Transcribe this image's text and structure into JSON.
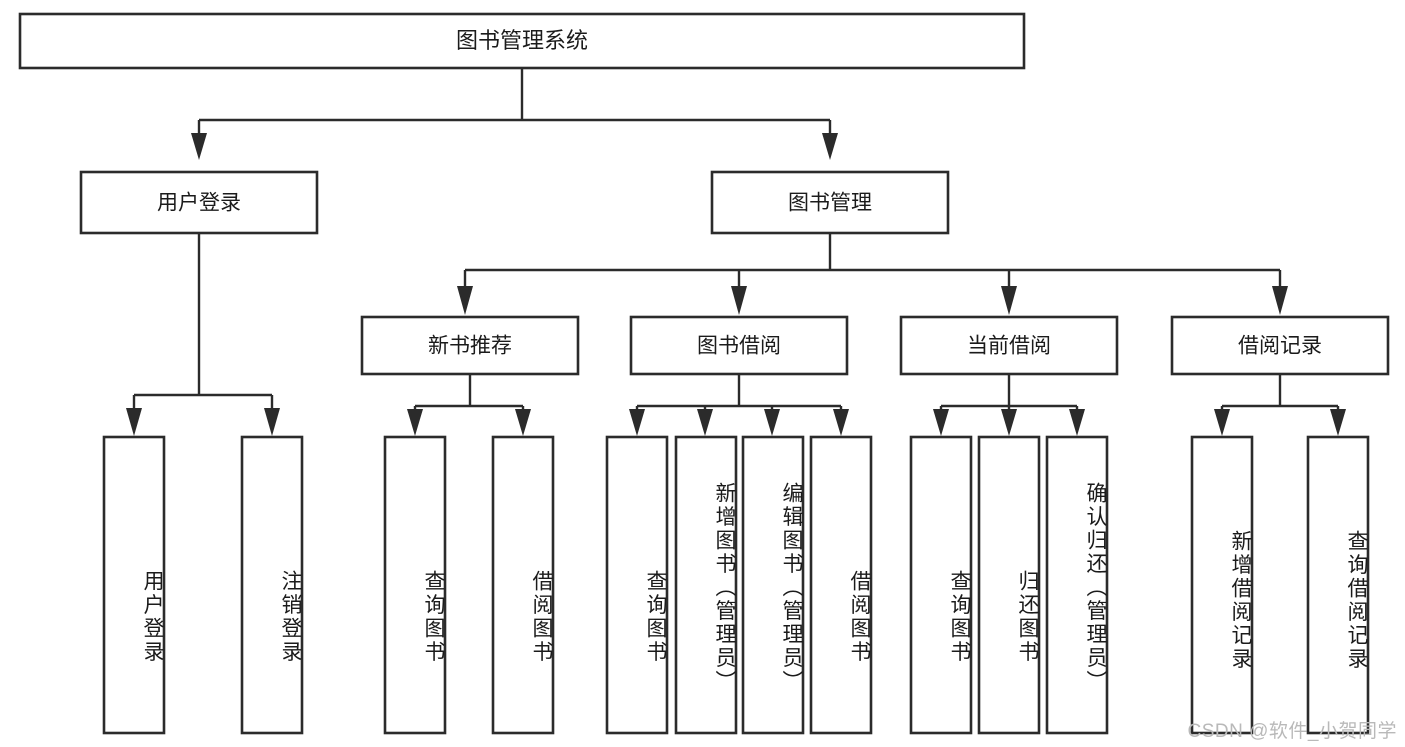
{
  "diagram": {
    "title": "图书管理系统",
    "type": "tree-hierarchy-flowchart",
    "colors": {
      "box_stroke": "#2b2b2b",
      "box_fill": "#ffffff",
      "connector": "#2b2b2b",
      "text": "#1b1b1b",
      "background": "#ffffff",
      "watermark": "#b9b9b9"
    },
    "root": {
      "label": "图书管理系统"
    },
    "level2": [
      {
        "label": "用户登录"
      },
      {
        "label": "图书管理"
      }
    ],
    "level3": [
      {
        "label": "新书推荐"
      },
      {
        "label": "图书借阅"
      },
      {
        "label": "当前借阅"
      },
      {
        "label": "借阅记录"
      }
    ],
    "leaves": {
      "user_login": [
        {
          "label": "用户登录"
        },
        {
          "label": "注销登录"
        }
      ],
      "new_book_recommend": [
        {
          "label": "查询图书"
        },
        {
          "label": "借阅图书"
        }
      ],
      "book_borrow": [
        {
          "label": "查询图书"
        },
        {
          "label": "新增图书（管理员）"
        },
        {
          "label": "编辑图书（管理员）"
        },
        {
          "label": "借阅图书"
        }
      ],
      "current_borrow": [
        {
          "label": "查询图书"
        },
        {
          "label": "归还图书"
        },
        {
          "label": "确认归还（管理员）"
        }
      ],
      "borrow_record": [
        {
          "label": "新增借阅记录"
        },
        {
          "label": "查询借阅记录"
        }
      ]
    },
    "watermark": "CSDN @软件_小贺同学"
  }
}
